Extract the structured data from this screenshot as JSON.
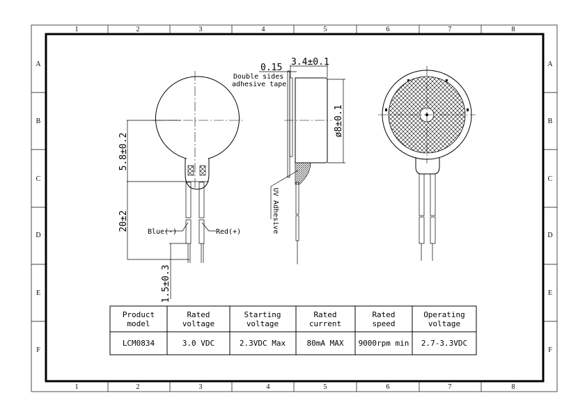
{
  "frame": {
    "columns": [
      "1",
      "2",
      "3",
      "4",
      "5",
      "6",
      "7",
      "8"
    ],
    "rows": [
      "A",
      "B",
      "C",
      "D",
      "E",
      "F"
    ]
  },
  "front_view": {
    "dim_height": "5.8±0.2",
    "dim_lead_length": "20±2",
    "dim_strip": "1.5±0.3",
    "label_blue": "Blue(-)",
    "label_red": "Red(+)"
  },
  "side_view": {
    "dim_tape": "0.15",
    "dim_thickness": "3.4±0.1",
    "dim_diameter": "ø8±0.1",
    "note_tape_1": "Double sides",
    "note_tape_2": "adhesive tape",
    "note_uv": "UV Adhesive"
  },
  "spec_table": {
    "headers": [
      [
        "Product",
        "model"
      ],
      [
        "Rated",
        "voltage"
      ],
      [
        "Starting",
        "voltage"
      ],
      [
        "Rated",
        "current"
      ],
      [
        "Rated",
        "speed"
      ],
      [
        "Operating",
        "voltage"
      ]
    ],
    "values": [
      "LCM0834",
      "3.0 VDC",
      "2.3VDC Max",
      "80mA MAX",
      "9000rpm min",
      "2.7-3.3VDC"
    ]
  }
}
